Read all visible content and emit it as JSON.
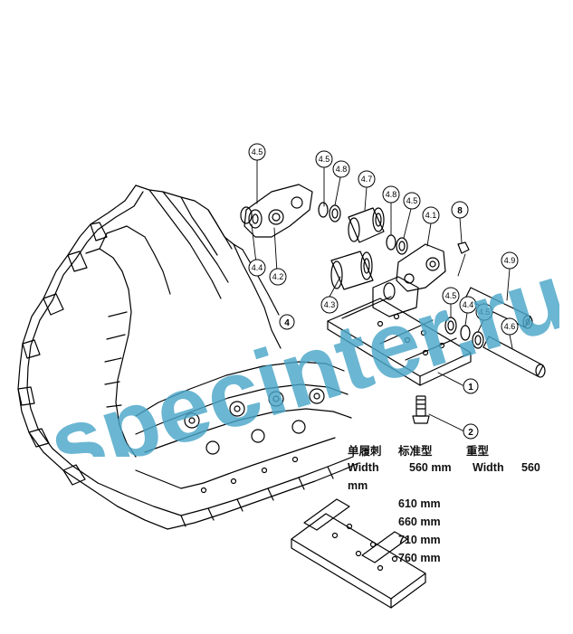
{
  "watermark": {
    "text": "specinter.ru",
    "color": "#4aa6c8"
  },
  "callouts": {
    "c45a": "4.5",
    "c45b": "4.5",
    "c48a": "4.8",
    "c47": "4.7",
    "c48b": "4.8",
    "c45c": "4.5",
    "c41": "4.1",
    "c8": "8",
    "c44a": "4.4",
    "c42": "4.2",
    "c43": "4.3",
    "c4": "4",
    "c49": "4.9",
    "c45d": "4.5",
    "c44b": "4.4",
    "c45e": "4.5",
    "c46": "4.6",
    "c1": "1",
    "c2": "2"
  },
  "spec": {
    "row1_col1": "单履刺",
    "row1_col2": "标准型",
    "row1_col3": "重型",
    "row2_label_a": "Width",
    "row2_value_a": "560 mm",
    "row2_label_b": "Width",
    "row2_value_b": "560",
    "row3_unit": "mm",
    "widths": [
      "610 mm",
      "660 mm",
      "710 mm",
      "760 mm"
    ]
  }
}
